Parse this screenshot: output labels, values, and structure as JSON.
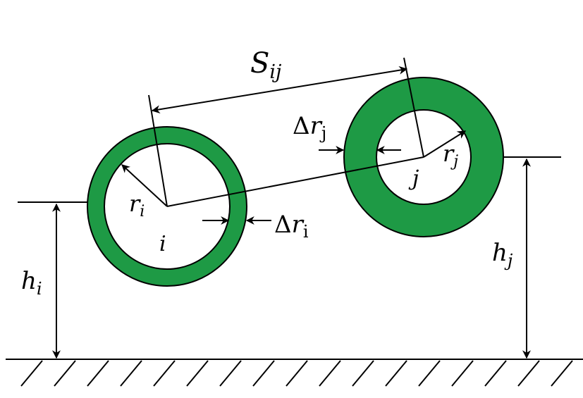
{
  "colors": {
    "ring_fill": "#1e9a45",
    "stroke": "#000000",
    "background": "#ffffff"
  },
  "labels": {
    "s_main": "S",
    "s_sub": "ij",
    "r_i_main": "r",
    "r_i_sub": "i",
    "r_j_main": "r",
    "r_j_sub": "j",
    "dr_i_delta": "Δ",
    "dr_i_main": "r",
    "dr_i_sub": "i",
    "dr_j_delta": "Δ",
    "dr_j_main": "r",
    "dr_j_sub": "j",
    "h_i_main": "h",
    "h_i_sub": "i",
    "h_j_main": "h",
    "h_j_sub": "j",
    "center_i": "i",
    "center_j": "j"
  }
}
